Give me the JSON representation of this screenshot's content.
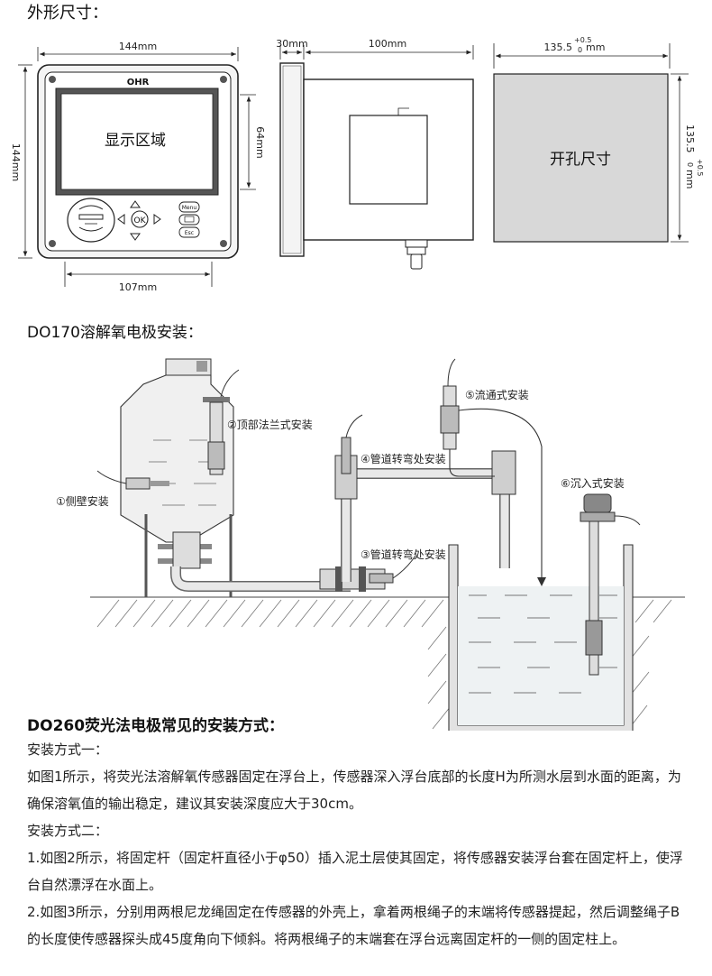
{
  "section_dimensions": {
    "title": "外形尺寸：",
    "front": {
      "width_label": "144mm",
      "height_label": "144mm",
      "display_height_label": "64mm",
      "panel_width_label": "107mm",
      "brand": "OHR",
      "display_text": "显示区域",
      "ok_label": "OK",
      "menu_label": "Menu",
      "esc_label": "Esc"
    },
    "side": {
      "depth_front_label": "30mm",
      "depth_body_label": "100mm"
    },
    "cutout": {
      "width_label": "135.5",
      "height_label": "135.5",
      "tol_plus": "+0.5",
      "tol_zero": "0",
      "unit": "mm",
      "text": "开孔尺寸"
    }
  },
  "section_install": {
    "title": "DO170溶解氧电极安装：",
    "labels": [
      "①侧壁安装",
      "②顶部法兰式安装",
      "③管道转弯处安装",
      "④管道转弯处安装",
      "⑤流通式安装",
      "⑥沉入式安装"
    ]
  },
  "section_methods": {
    "title": "DO260荧光法电极常见的安装方式：",
    "paragraphs": [
      "安装方式一：",
      "如图1所示，将荧光法溶解氧传感器固定在浮台上，传感器深入浮台底部的长度H为所测水层到水面的距离，为确保溶氧值的输出稳定，建议其安装深度应大于30cm。",
      "安装方式二：",
      "1.如图2所示，将固定杆（固定杆直径小于φ50）插入泥土层使其固定，将传感器安装浮台套在固定杆上，使浮台自然漂浮在水面上。",
      "2.如图3所示，分别用两根尼龙绳固定在传感器的外壳上，拿着两根绳子的末端将传感器提起，然后调整绳子B的长度使传感器探头成45度角向下倾斜。将两根绳子的末端套在浮台远离固定杆的一侧的固定柱上。"
    ]
  }
}
